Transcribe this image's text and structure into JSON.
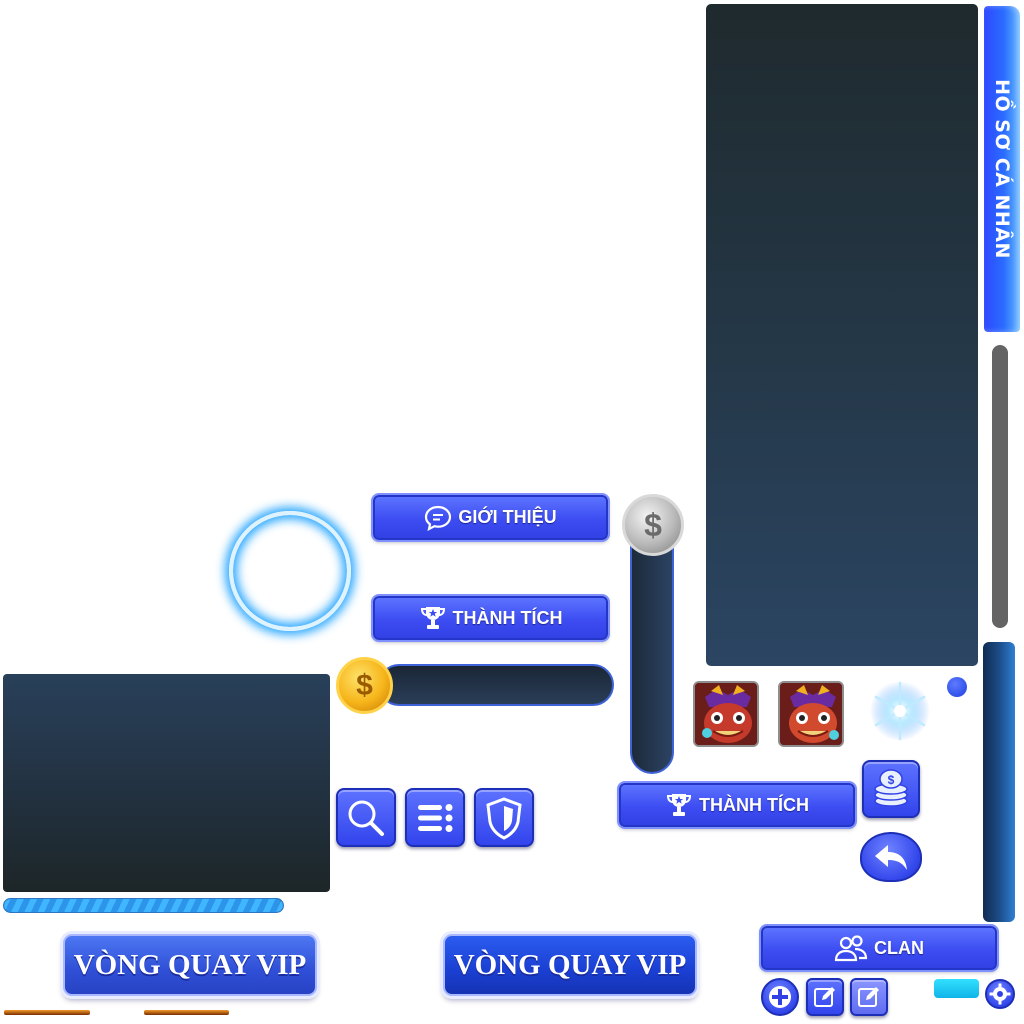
{
  "side_tab": {
    "label": "HỒ SƠ CÁ NHÂN"
  },
  "buttons": {
    "intro": "GIỚI THIỆU",
    "achievements_1": "THÀNH TÍCH",
    "achievements_2": "THÀNH TÍCH",
    "clan": "CLAN",
    "vip_spin_1": "VÒNG QUAY VIP",
    "vip_spin_2": "VÒNG QUAY VIP"
  },
  "coins": {
    "gold_symbol": "$",
    "silver_symbol": "$"
  },
  "progress": {
    "fill": 1.0
  },
  "colors": {
    "button_blue": "#3d4df2",
    "panel_dark": "#243746",
    "accent_cyan": "#2aa7ff",
    "gold": "#f6b51a"
  },
  "icons": [
    "chat-bubble-icon",
    "trophy-icon",
    "search-icon",
    "menu-list-icon",
    "shield-icon",
    "users-icon",
    "plus-icon",
    "edit-icon",
    "gear-icon",
    "coin-stack-icon",
    "back-arrow-icon",
    "snowflake-icon"
  ]
}
